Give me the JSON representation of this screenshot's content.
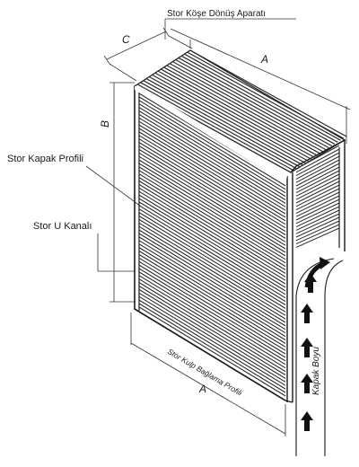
{
  "labels": {
    "corner": "Stor Köşe Dönüş Aparatı",
    "cover_profile": "Stor Kapak Profili",
    "u_channel": "Stor U Kanalı",
    "handle_profile": "Stor Kulp Bağlama Profili",
    "cover_length": "Kapak Boyu"
  },
  "dimensions": {
    "width_top": "A",
    "width_bottom": "A",
    "height": "B",
    "depth": "C"
  },
  "colors": {
    "line": "#1a1a1a",
    "slat_dark": "#2b2b2b",
    "fill": "#ffffff"
  },
  "icons": {
    "arrow": "up-arrow-icon"
  }
}
